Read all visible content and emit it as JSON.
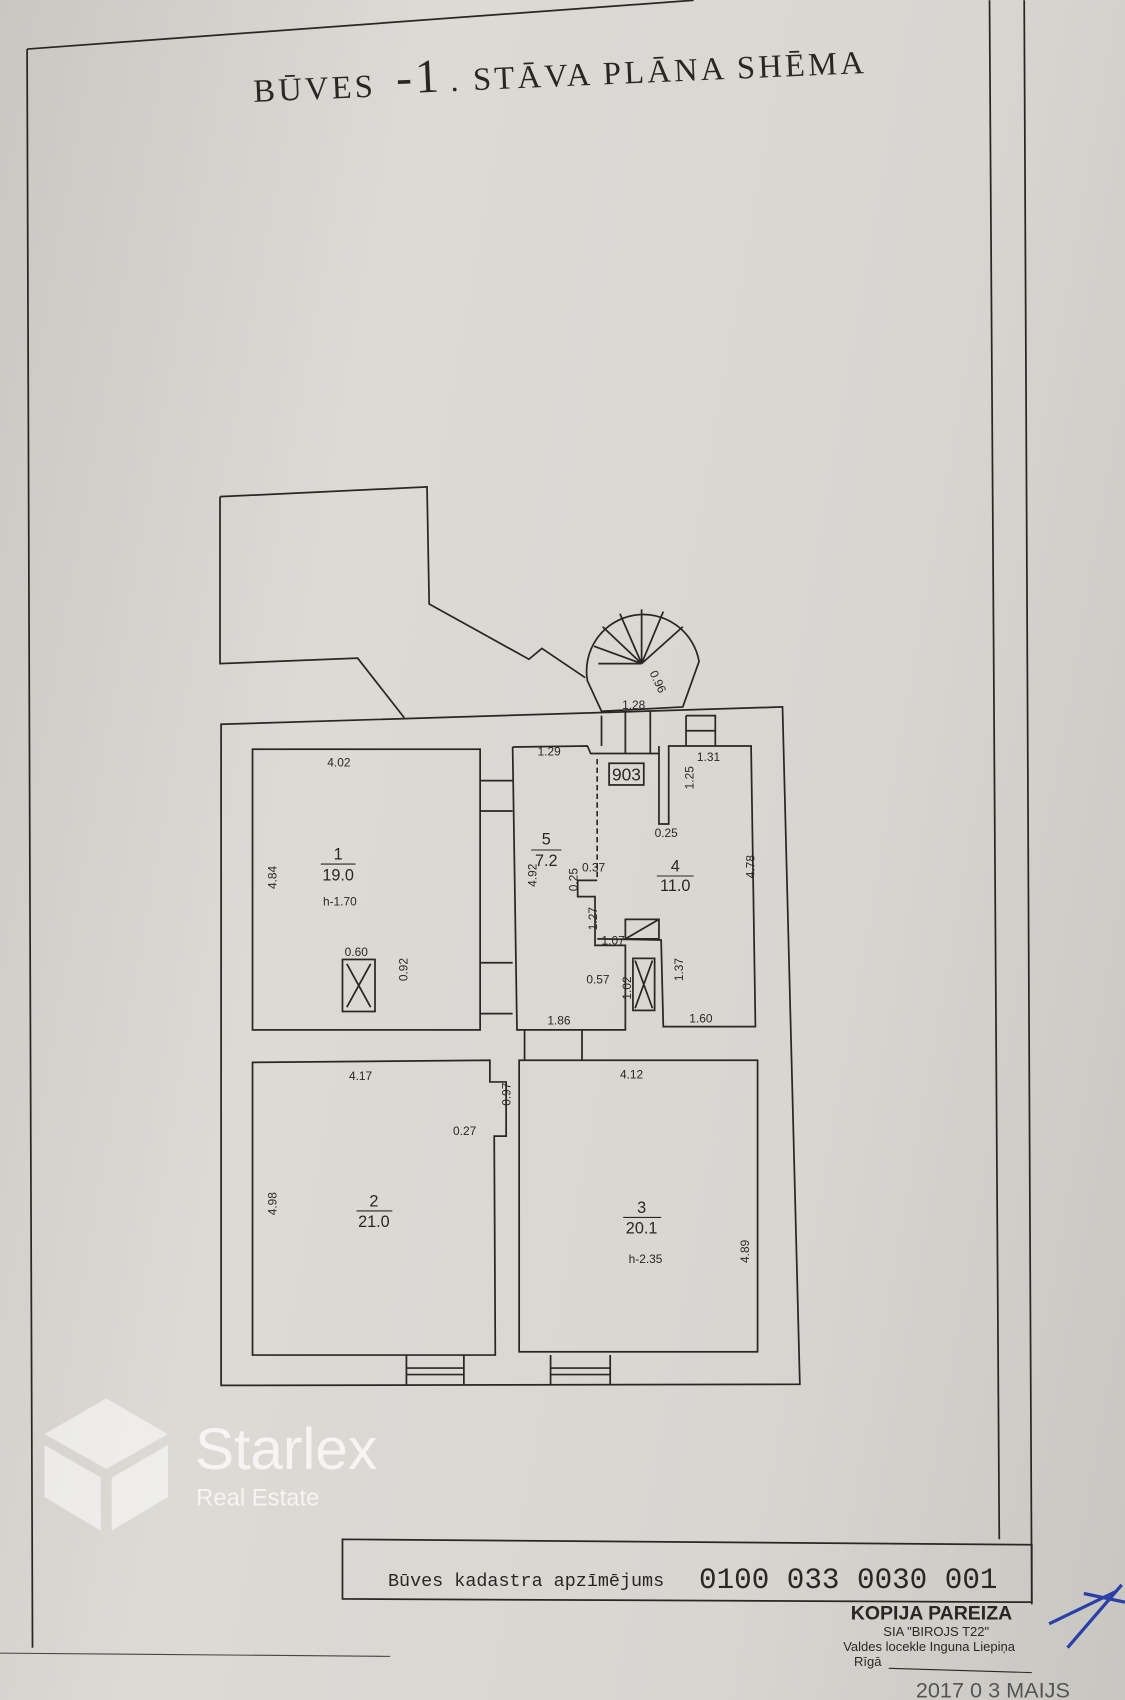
{
  "title": {
    "prefix": "BŪVES",
    "floor": "-1",
    "suffix": ". STĀVA PLĀNA SHĒMA"
  },
  "rooms": [
    {
      "no": "1",
      "area": "19.0",
      "height": "h-1.70"
    },
    {
      "no": "2",
      "area": "21.0"
    },
    {
      "no": "3",
      "area": "20.1",
      "height": "h-2.35"
    },
    {
      "no": "4",
      "area": "11.0"
    },
    {
      "no": "5",
      "area": "7.2"
    }
  ],
  "dims": {
    "r1_top": "4.02",
    "r1_left": "4.84",
    "r1_vent_w": "0.60",
    "r1_vent_h": "0.92",
    "r2_top": "4.17",
    "r2_left": "4.98",
    "r2_niche_w": "0.27",
    "r2_niche_h": "0.97",
    "r3_top": "4.12",
    "r3_right": "4.89",
    "r5_top": "1.29",
    "r5_left": "4.92",
    "r5_a": "0.37",
    "r5_b": "0.25",
    "r5_c": "1.27",
    "r5_d": "0.57",
    "r5_e": "1.02",
    "r5_bottom": "1.86",
    "r4_top": "1.31",
    "r4_a": "1.25",
    "r4_b": "0.25",
    "r4_right": "4.78",
    "r4_c": "1.07",
    "r4_d": "1.37",
    "r4_bottom": "1.60",
    "stair_w": "1.28",
    "stair_d": "0.96"
  },
  "marker": "903",
  "cadastre": {
    "label": "Būves kadastra apzīmējums",
    "number": "0100 033 0030 001"
  },
  "stamp": {
    "title": "KOPIJA PAREIZA",
    "company": "SIA \"BIROJS T22\"",
    "person": "Valdes locekle Inguna Liepiņa",
    "city": "Rīgā",
    "date": "2017 0 3 MAIJS"
  },
  "watermark": {
    "brand": "Starlex",
    "sub": "Real Estate"
  }
}
